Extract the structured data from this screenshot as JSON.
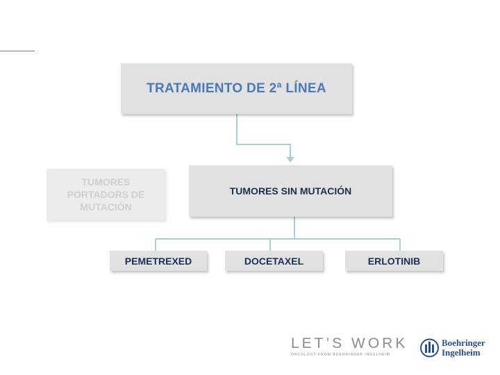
{
  "diagram": {
    "title": "TRATAMIENTO DE 2ª LÍNEA",
    "branch_active": "TUMORES SIN MUTACIÓN",
    "branch_inactive": "TUMORES\nPORTADORS DE\nMUTACIÓN",
    "drugs": [
      "PEMETREXED",
      "DOCETAXEL",
      "ERLOTINIB"
    ]
  },
  "footer": {
    "campaign": "LET’S WORK",
    "campaign_tagline": "ONCOLOGY FROM BOEHRINGER INGELHEIM",
    "company": "Boehringer\nIngelheim",
    "company_icon": "boehringer-building-icon"
  },
  "colors": {
    "title_blue": "#4a79b8",
    "box_text_navy": "#1b3050",
    "box_fill": "#e1e1e1",
    "connector": "#a9cfd6",
    "logo_blue": "#2a4e8c"
  }
}
